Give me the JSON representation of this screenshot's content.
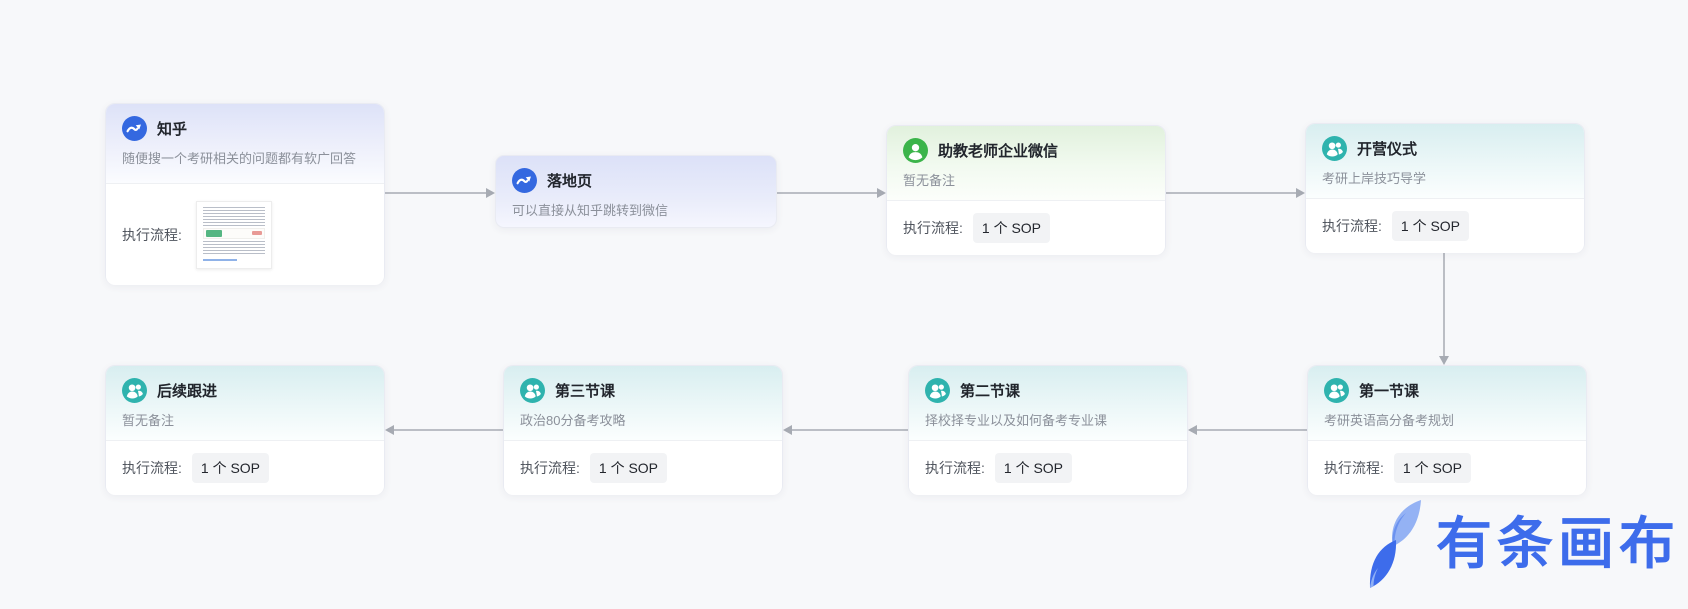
{
  "app": {
    "background": "#f7f8fa"
  },
  "labels": {
    "flow_label": "执行流程:"
  },
  "colors": {
    "blue_accent": "#3468e0",
    "green_accent": "#3bb44a",
    "teal_accent": "#2fb3ae",
    "logo_blue": "#3d6ceb",
    "connector_gray": "#a7abb3"
  },
  "nodes": [
    {
      "title": "知乎",
      "subtitle": "随便搜一个考研相关的问题都有软广回答",
      "icon": "paper-plane-icon",
      "has_preview": true
    },
    {
      "title": "落地页",
      "subtitle": "可以直接从知乎跳转到微信",
      "icon": "paper-plane-icon"
    },
    {
      "title": "助教老师企业微信",
      "subtitle": "暂无备注",
      "icon": "person-icon",
      "sop_count": "1 个 SOP"
    },
    {
      "title": "开营仪式",
      "subtitle": "考研上岸技巧导学",
      "icon": "people-icon",
      "sop_count": "1 个 SOP"
    },
    {
      "title": "第一节课",
      "subtitle": "考研英语高分备考规划",
      "icon": "people-icon",
      "sop_count": "1 个 SOP"
    },
    {
      "title": "第二节课",
      "subtitle": "择校择专业以及如何备考专业课",
      "icon": "people-icon",
      "sop_count": "1 个 SOP"
    },
    {
      "title": "第三节课",
      "subtitle": "政治80分备考攻略",
      "icon": "people-icon",
      "sop_count": "1 个 SOP"
    },
    {
      "title": "后续跟进",
      "subtitle": "暂无备注",
      "icon": "people-icon",
      "sop_count": "1 个 SOP"
    }
  ],
  "edges": [
    {
      "from": "知乎",
      "to": "落地页",
      "direction": "right"
    },
    {
      "from": "落地页",
      "to": "助教老师企业微信",
      "direction": "right"
    },
    {
      "from": "助教老师企业微信",
      "to": "开营仪式",
      "direction": "right"
    },
    {
      "from": "开营仪式",
      "to": "第一节课",
      "direction": "down"
    },
    {
      "from": "第一节课",
      "to": "第二节课",
      "direction": "left"
    },
    {
      "from": "第二节课",
      "to": "第三节课",
      "direction": "left"
    },
    {
      "from": "第三节课",
      "to": "后续跟进",
      "direction": "left"
    }
  ],
  "watermark": {
    "text": "有条画布"
  }
}
